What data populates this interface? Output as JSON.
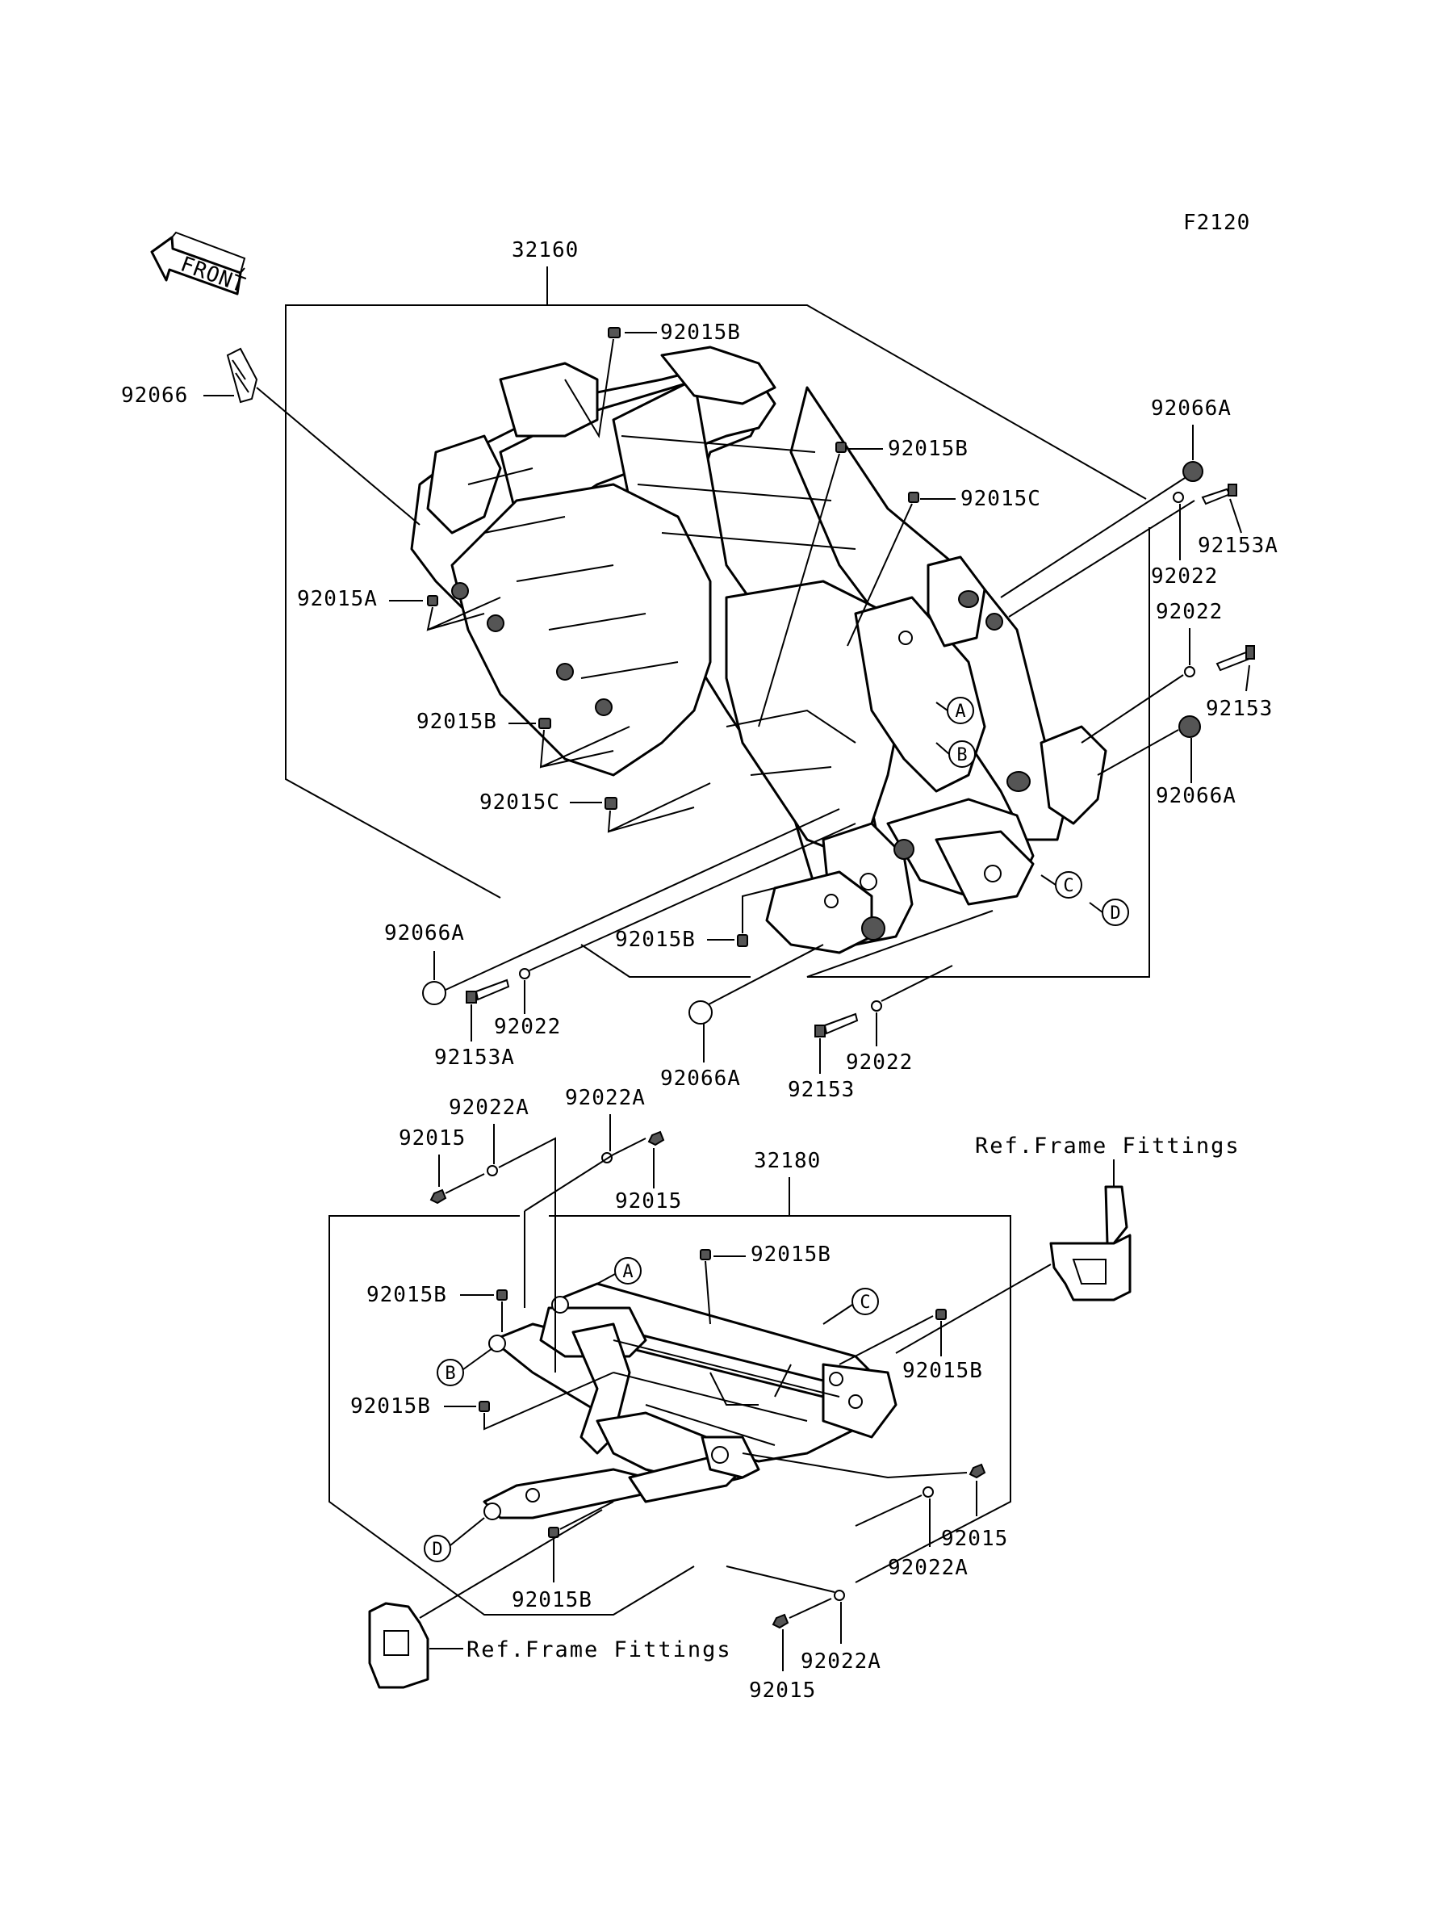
{
  "diagram_code": "F2120",
  "front_label": "FRONT",
  "upper_frame": {
    "assembly_part": "32160",
    "labels": {
      "p92066": "92066",
      "p92015B_top": "92015B",
      "p92015B_mid": "92015B",
      "p92015C_mid": "92015C",
      "p92066A_top": "92066A",
      "p92022_top": "92022",
      "p92153A_top": "92153A",
      "p92022_right": "92022",
      "p92153_right": "92153",
      "p92066A_right": "92066A",
      "p92015A": "92015A",
      "p92015B_left": "92015B",
      "p92015C_left": "92015C",
      "p92066A_left": "92066A",
      "p92015B_bottom": "92015B",
      "p92022_left": "92022",
      "p92153A_left": "92153A",
      "p92066A_bottom": "92066A",
      "p92022_bottom": "92022",
      "p92153_bottom": "92153"
    },
    "ref_letters": {
      "A": "A",
      "B": "B",
      "C": "C",
      "D": "D"
    }
  },
  "lower_frame": {
    "assembly_part": "32180",
    "labels": {
      "p92022A_a": "92022A",
      "p92022A_b": "92022A",
      "p92015_a": "92015",
      "p92015_b": "92015",
      "p92015B_top": "92015B",
      "p92015B_left": "92015B",
      "p92015B_right": "92015B",
      "p92015B_left2": "92015B",
      "p92015B_bottom": "92015B",
      "p92022A_c": "92022A",
      "p92015_c": "92015",
      "p92022A_d": "92022A",
      "p92015_d": "92015"
    },
    "ref_letters": {
      "A": "A",
      "B": "B",
      "C": "C",
      "D": "D"
    },
    "ref_frame_top": "Ref.Frame Fittings",
    "ref_frame_bottom": "Ref.Frame Fittings"
  }
}
